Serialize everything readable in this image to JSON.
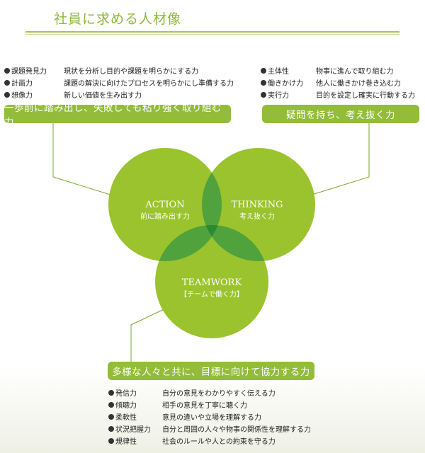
{
  "title": "社員に求める人材像",
  "colors": {
    "accent": "#92bc3a",
    "circle": "#9ac32e",
    "overlap": "#4fa23c",
    "center": "#2c8a33",
    "line": "#7aa72f"
  },
  "action_group": {
    "items": [
      {
        "name": "課題発見力",
        "desc": "現状を分析し目的や課題を明らかにする力"
      },
      {
        "name": "計画力",
        "desc": "課題の解決に向けたプロセスを明らかにし準備する力"
      },
      {
        "name": "想像力",
        "desc": "新しい価値を生み出す力"
      }
    ],
    "banner": "一歩前に踏み出し、失敗しても粘り強く取り組む力"
  },
  "thinking_group": {
    "items": [
      {
        "name": "主体性",
        "desc": "物事に進んで取り組む力"
      },
      {
        "name": "働きかけ力",
        "desc": "他人に働きかけ巻き込む力"
      },
      {
        "name": "実行力",
        "desc": "目的を設定し確実に行動する力"
      }
    ],
    "banner": "疑問を持ち、考え抜く力"
  },
  "teamwork_group": {
    "banner": "多様な人々と共に、目標に向けて協力する力",
    "items": [
      {
        "name": "発信力",
        "desc": "自分の意見をわかりやすく伝える力"
      },
      {
        "name": "傾聴力",
        "desc": "相手の意見を丁寧に聴く力"
      },
      {
        "name": "柔軟性",
        "desc": "意見の違いや立場を理解する力"
      },
      {
        "name": "状況把握力",
        "desc": "自分と周囲の人々や物事の関係性を理解する力"
      },
      {
        "name": "規律性",
        "desc": "社会のルールや人との約束を守る力"
      }
    ]
  },
  "circles": {
    "action": {
      "title": "ACTION",
      "subtitle": "前に踏み出す力"
    },
    "thinking": {
      "title": "THINKING",
      "subtitle": "考え抜く力"
    },
    "teamwork": {
      "title": "TEAMWORK",
      "subtitle": "【チームで働く力】"
    }
  }
}
